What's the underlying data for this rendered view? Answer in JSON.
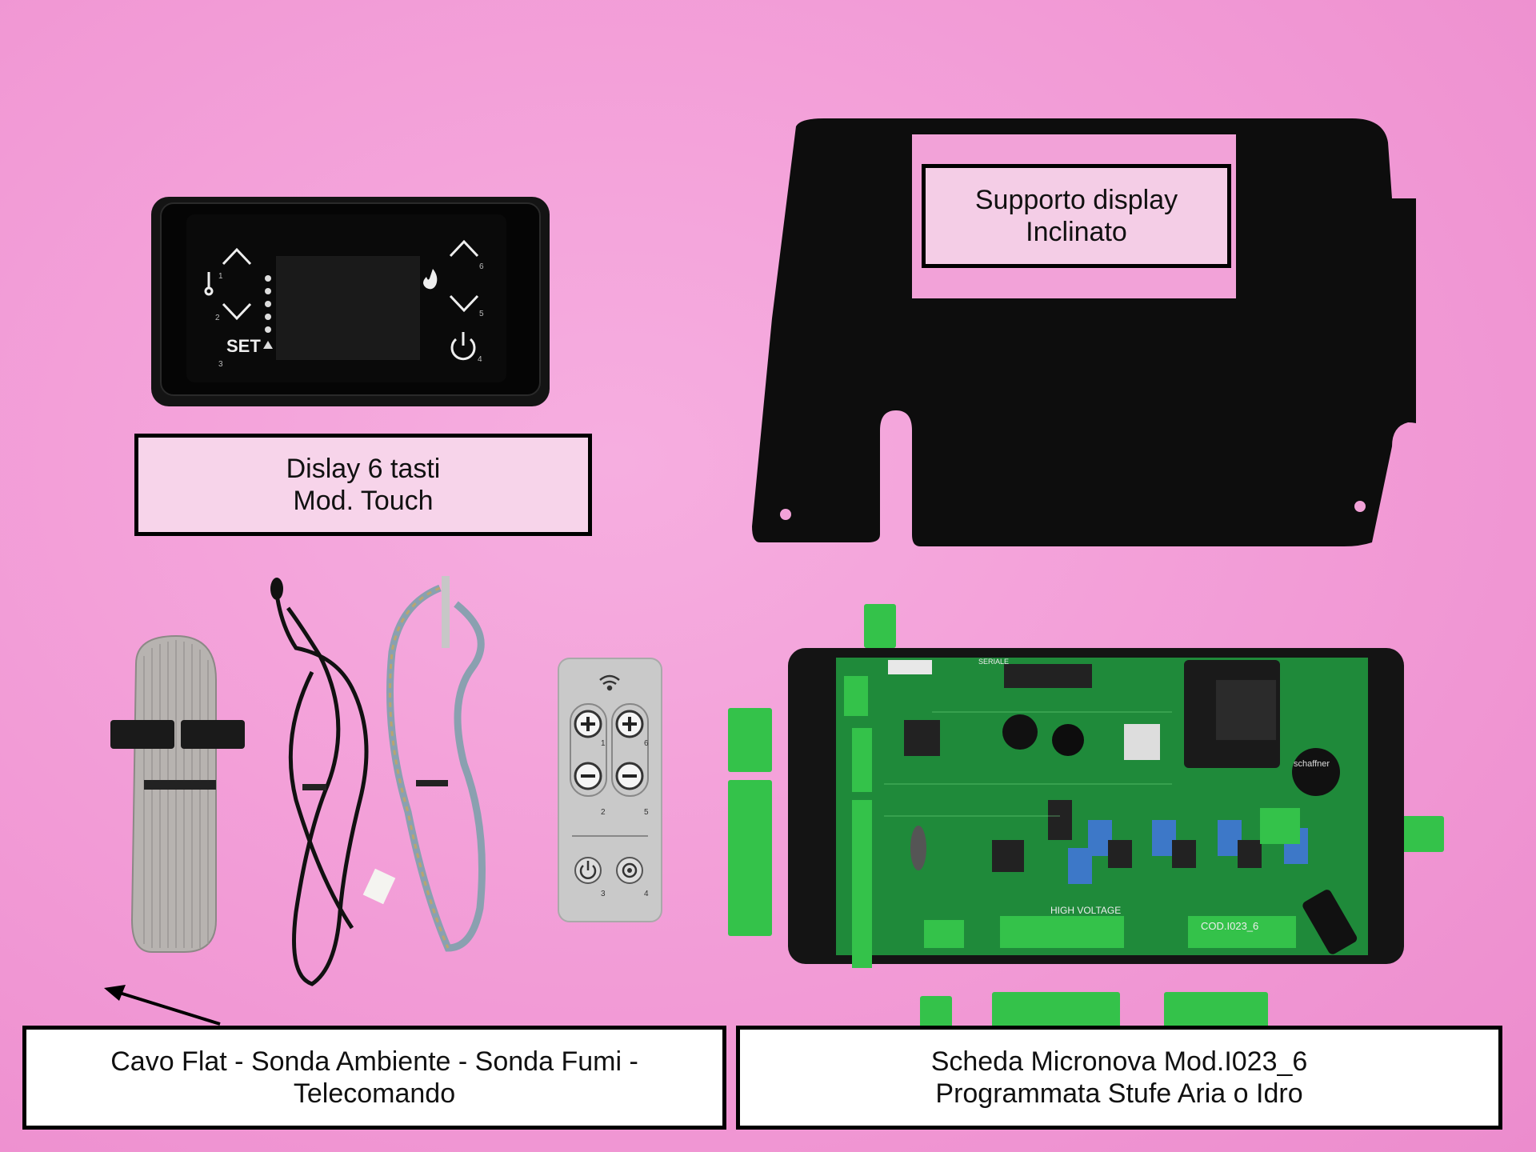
{
  "labels": {
    "display": {
      "line1": "Dislay 6 tasti",
      "line2": "Mod. Touch"
    },
    "support": {
      "line1": "Supporto display",
      "line2": "Inclinato"
    },
    "cables": {
      "line1": "Cavo Flat - Sonda Ambiente - Sonda Fumi -",
      "line2": "Telecomando"
    },
    "board": {
      "line1": "Scheda Micronova Mod.I023_6",
      "line2": "Programmata Stufe Aria o Idro"
    }
  },
  "display_panel": {
    "set_label": "SET",
    "key_numbers": [
      "1",
      "2",
      "3",
      "4",
      "5",
      "6"
    ]
  },
  "remote": {
    "key_numbers": [
      "1",
      "2",
      "3",
      "4",
      "5",
      "6"
    ]
  },
  "board_markings": {
    "code": "COD.I023_6",
    "high_voltage": "HIGH VOLTAGE",
    "seriale": "SERIALE",
    "brand": "schaffner"
  },
  "colors": {
    "background": "#f29bd6",
    "pcb_green": "#1f8a3a",
    "connector_green": "#34c24a",
    "bracket_black": "#0d0d0d"
  }
}
